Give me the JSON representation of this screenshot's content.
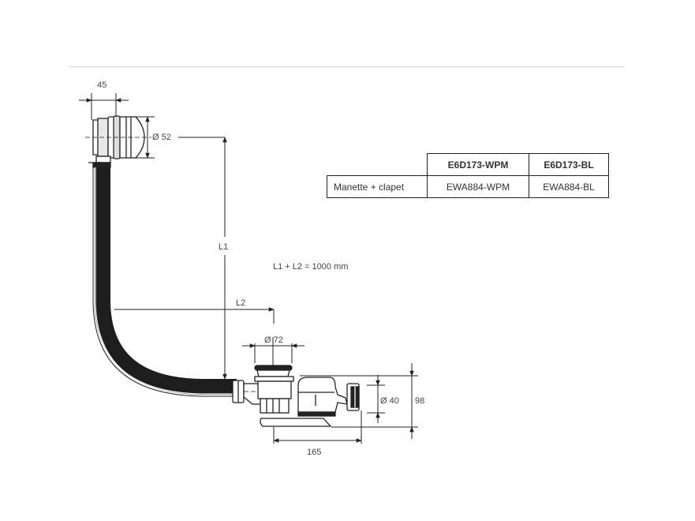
{
  "drawing": {
    "dimensions": {
      "head_depth": "45",
      "overflow_diameter": "Ø 52",
      "length_1": "L1",
      "length_2": "L2",
      "drain_diameter": "Ø 72",
      "outlet_diameter": "Ø 40",
      "height": "98",
      "width": "165"
    },
    "formula": "L1 + L2 = 1000 mm"
  },
  "table": {
    "headers": [
      "",
      "E6D173-WPM",
      "E6D173-BL"
    ],
    "rows": [
      {
        "label": "Manette + clapet",
        "values": [
          "EWA884-WPM",
          "EWA884-BL"
        ]
      }
    ]
  }
}
